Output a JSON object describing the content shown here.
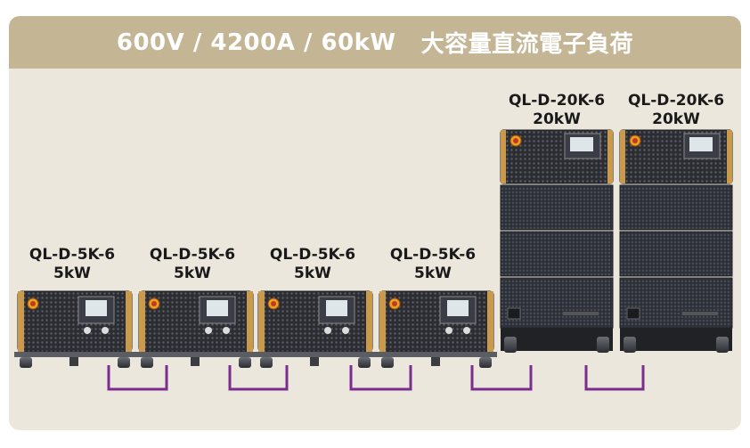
{
  "banner": {
    "spec": "600V / 4200A / 60kW",
    "title": "大容量直流電子負荷"
  },
  "units": [
    {
      "model": "QL-D-5K-6",
      "power": "5kW"
    },
    {
      "model": "QL-D-5K-6",
      "power": "5kW"
    },
    {
      "model": "QL-D-5K-6",
      "power": "5kW"
    },
    {
      "model": "QL-D-5K-6",
      "power": "5kW"
    },
    {
      "model": "QL-D-20K-6",
      "power": "20kW"
    },
    {
      "model": "QL-D-20K-6",
      "power": "20kW"
    }
  ],
  "colors": {
    "panel_bg": "#ece7dd",
    "banner_bg": "#c4b595",
    "banner_text": "#ffffff",
    "chassis": "#2b2d33",
    "link": "#7b2d8e",
    "estop": "#e8a317"
  }
}
